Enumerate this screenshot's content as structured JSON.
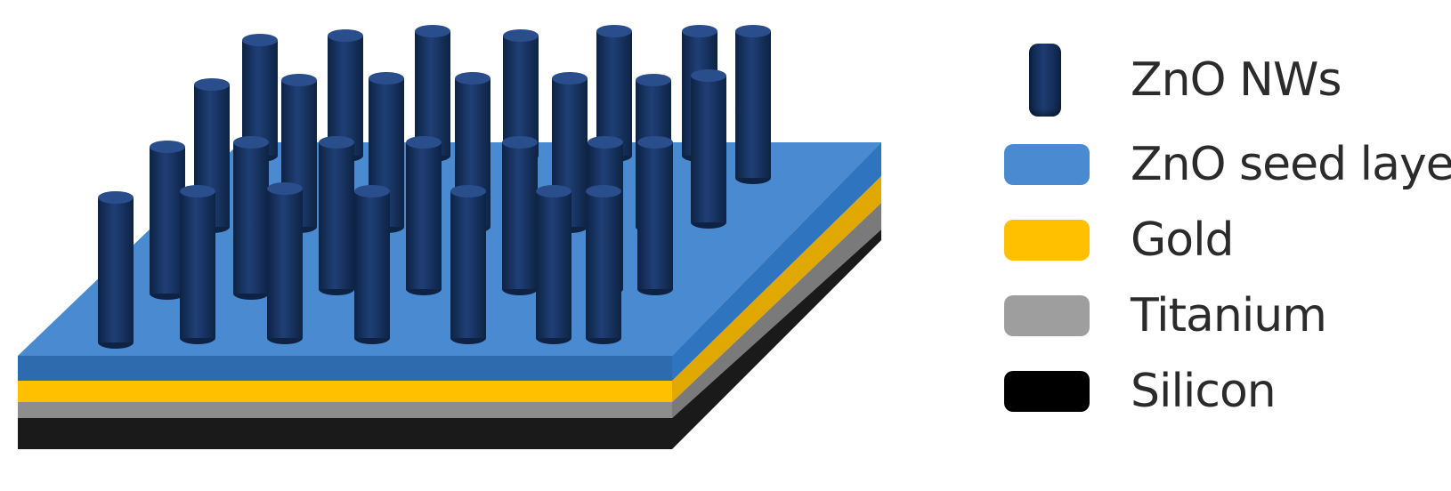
{
  "legend": {
    "items": [
      {
        "label": "ZnO NWs",
        "color": "#1d3c72",
        "icon": "nanowire-icon"
      },
      {
        "label": "ZnO seed layer",
        "color": "#4a8ad0",
        "icon": "seed-layer-swatch"
      },
      {
        "label": "Gold",
        "color": "#ffc000",
        "icon": "gold-swatch"
      },
      {
        "label": "Titanium",
        "color": "#9e9e9e",
        "icon": "titanium-swatch"
      },
      {
        "label": "Silicon",
        "color": "#000000",
        "icon": "silicon-swatch"
      }
    ]
  },
  "diagram": {
    "nanowire_color": "#1d3c72",
    "nanowire_dark": "#0f2448",
    "seed_layer_color": "#4a8ad0",
    "seed_layer_side": "#2d6aae",
    "gold_color": "#ffc000",
    "titanium_color": "#8d8d8d",
    "silicon_color": "#1a1a1a"
  }
}
